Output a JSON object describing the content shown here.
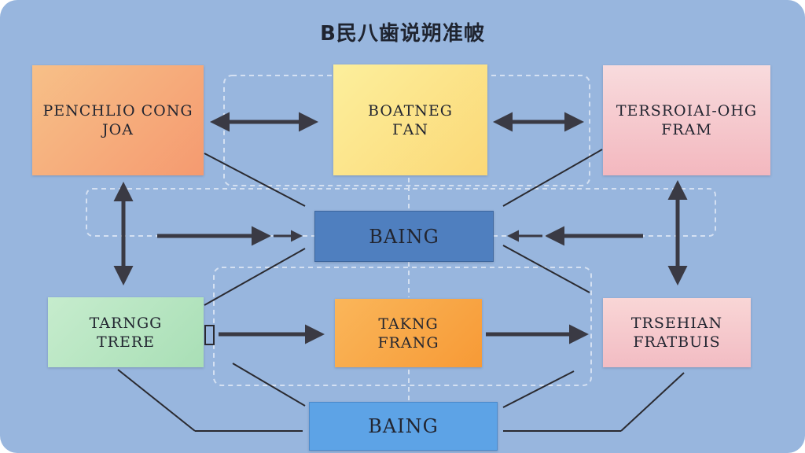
{
  "title": "B民八歯说朔准帔",
  "colors": {
    "background": "#98b6de",
    "orange": "#f5a774",
    "yellow": "#fbe58a",
    "pink": "#f6c2c8",
    "blue_dark": "#4f7fbf",
    "green": "#b8e6c2",
    "orange2": "#f8a84a",
    "pink2": "#f6c8cc",
    "blue_light": "#5da3e6",
    "arrow": "#3a3a44",
    "line": "#2a2a30",
    "dash": "#e8eef8"
  },
  "nodes": {
    "top_left": {
      "line1": "PENCHLIO CONG",
      "line2": "ЈOA"
    },
    "top_center": {
      "line1": "BOATNEG",
      "line2": "ГAN"
    },
    "top_right": {
      "line1": "TERSROIAI-OHG",
      "line2": "FRAM"
    },
    "middle_center": {
      "line1": "BAING"
    },
    "bottom_left": {
      "line1": "TARNGG",
      "line2": "TRERE"
    },
    "bottom_center": {
      "line1": "TAKNG",
      "line2": "FRANG"
    },
    "bottom_right": {
      "line1": "TRSEHIAN",
      "line2": "FRATBUIS"
    },
    "bottom_middle": {
      "line1": "BAING"
    }
  }
}
